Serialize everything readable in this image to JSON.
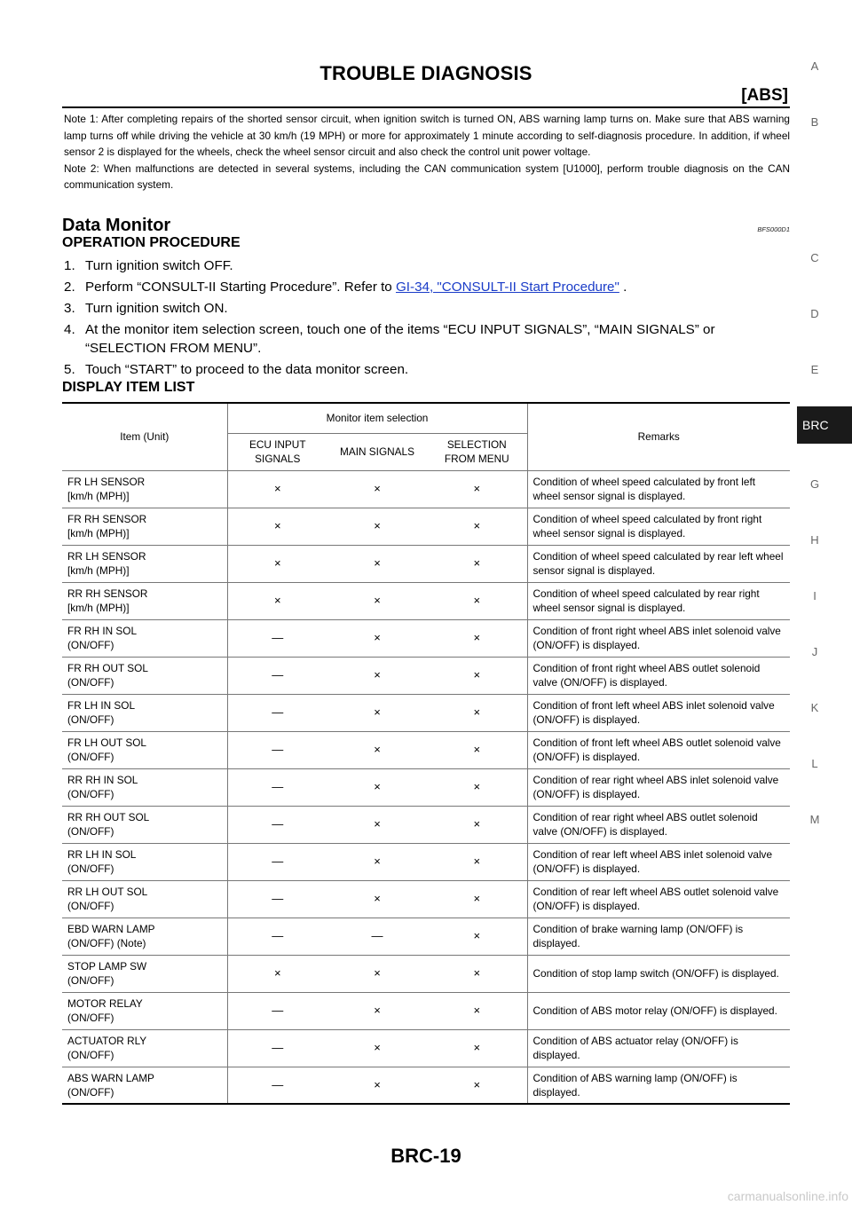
{
  "header": {
    "title": "TROUBLE DIAGNOSIS",
    "section": "[ABS]"
  },
  "notes": [
    "Note 1: After completing repairs of the shorted sensor circuit, when ignition switch is turned ON, ABS warning lamp turns on. Make sure that ABS warning lamp turns off while driving the vehicle at 30 km/h (19 MPH) or more for approximately 1 minute according to self-diagnosis procedure. In addition, if wheel sensor 2 is displayed for the wheels, check the wheel sensor circuit and also check the control unit power voltage.",
    "Note 2: When malfunctions are detected in several systems, including the CAN communication system [U1000], perform trouble diagnosis on the CAN communication system."
  ],
  "section": {
    "title": "Data Monitor",
    "code": "BFS000D1"
  },
  "operation": {
    "heading": "OPERATION PROCEDURE",
    "steps": [
      {
        "num": "1.",
        "text": "Turn ignition switch OFF."
      },
      {
        "num": "2.",
        "pre": "Perform “CONSULT-II Starting Procedure”. Refer to ",
        "link": "GI-34, \"CONSULT-II Start Procedure\"",
        "post": " ."
      },
      {
        "num": "3.",
        "text": "Turn ignition switch ON."
      },
      {
        "num": "4.",
        "text": "At the monitor item selection screen, touch one of the items “ECU INPUT SIGNALS”, “MAIN SIGNALS” or “SELECTION FROM MENU”."
      },
      {
        "num": "5.",
        "text": "Touch “START” to proceed to the data monitor screen."
      }
    ]
  },
  "display_list": {
    "heading": "DISPLAY ITEM LIST",
    "columns": {
      "item": "Item (Unit)",
      "group": "Monitor item selection",
      "ecu": "ECU INPUT SIGNALS",
      "main": "MAIN SIGNALS",
      "menu": "SELECTION FROM MENU",
      "remarks": "Remarks"
    },
    "rows": [
      {
        "item": "FR LH SENSOR\n[km/h (MPH)]",
        "ecu": "×",
        "main": "×",
        "menu": "×",
        "remarks": "Condition of wheel speed calculated by front left wheel sensor signal is displayed."
      },
      {
        "item": "FR RH SENSOR\n[km/h (MPH)]",
        "ecu": "×",
        "main": "×",
        "menu": "×",
        "remarks": "Condition of wheel speed calculated by front right wheel sensor signal is displayed."
      },
      {
        "item": "RR LH SENSOR\n[km/h (MPH)]",
        "ecu": "×",
        "main": "×",
        "menu": "×",
        "remarks": "Condition of wheel speed calculated by rear left wheel sensor signal is displayed."
      },
      {
        "item": "RR RH SENSOR\n[km/h (MPH)]",
        "ecu": "×",
        "main": "×",
        "menu": "×",
        "remarks": "Condition of wheel speed calculated by rear right wheel sensor signal is displayed."
      },
      {
        "item": "FR RH IN SOL\n(ON/OFF)",
        "ecu": "—",
        "main": "×",
        "menu": "×",
        "remarks": "Condition of front right wheel ABS inlet solenoid valve (ON/OFF) is displayed."
      },
      {
        "item": "FR RH OUT SOL\n(ON/OFF)",
        "ecu": "—",
        "main": "×",
        "menu": "×",
        "remarks": "Condition of front right wheel ABS outlet solenoid valve (ON/OFF) is displayed."
      },
      {
        "item": "FR LH IN SOL\n(ON/OFF)",
        "ecu": "—",
        "main": "×",
        "menu": "×",
        "remarks": "Condition of front left wheel ABS inlet solenoid valve (ON/OFF) is displayed."
      },
      {
        "item": "FR LH OUT SOL\n(ON/OFF)",
        "ecu": "—",
        "main": "×",
        "menu": "×",
        "remarks": "Condition of front left wheel ABS outlet solenoid valve (ON/OFF) is displayed."
      },
      {
        "item": "RR RH IN SOL\n(ON/OFF)",
        "ecu": "—",
        "main": "×",
        "menu": "×",
        "remarks": "Condition of rear right wheel ABS inlet solenoid valve (ON/OFF) is displayed."
      },
      {
        "item": "RR RH OUT SOL\n(ON/OFF)",
        "ecu": "—",
        "main": "×",
        "menu": "×",
        "remarks": "Condition of rear right wheel ABS outlet solenoid valve (ON/OFF) is displayed."
      },
      {
        "item": "RR LH IN SOL\n(ON/OFF)",
        "ecu": "—",
        "main": "×",
        "menu": "×",
        "remarks": "Condition of rear left wheel ABS inlet solenoid valve (ON/OFF) is displayed."
      },
      {
        "item": "RR LH OUT SOL\n(ON/OFF)",
        "ecu": "—",
        "main": "×",
        "menu": "×",
        "remarks": "Condition of rear left wheel ABS outlet solenoid valve (ON/OFF) is displayed."
      },
      {
        "item": "EBD WARN LAMP\n(ON/OFF) (Note)",
        "ecu": "—",
        "main": "—",
        "menu": "×",
        "remarks": "Condition of brake warning lamp (ON/OFF) is displayed."
      },
      {
        "item": "STOP LAMP SW\n(ON/OFF)",
        "ecu": "×",
        "main": "×",
        "menu": "×",
        "remarks": "Condition of stop lamp switch (ON/OFF) is displayed."
      },
      {
        "item": "MOTOR RELAY\n(ON/OFF)",
        "ecu": "—",
        "main": "×",
        "menu": "×",
        "remarks": "Condition of ABS motor relay (ON/OFF) is displayed."
      },
      {
        "item": "ACTUATOR RLY\n(ON/OFF)",
        "ecu": "—",
        "main": "×",
        "menu": "×",
        "remarks": "Condition of ABS actuator relay (ON/OFF) is displayed."
      },
      {
        "item": "ABS WARN LAMP\n(ON/OFF)",
        "ecu": "—",
        "main": "×",
        "menu": "×",
        "remarks": "Condition of ABS warning lamp (ON/OFF) is displayed."
      }
    ]
  },
  "side_tabs": {
    "letters": [
      "A",
      "B",
      "C",
      "D",
      "E",
      "G",
      "H",
      "I",
      "J",
      "K",
      "L",
      "M"
    ],
    "active": "BRC"
  },
  "page_number": "BRC-19",
  "watermark": "carmanualsonline.info"
}
